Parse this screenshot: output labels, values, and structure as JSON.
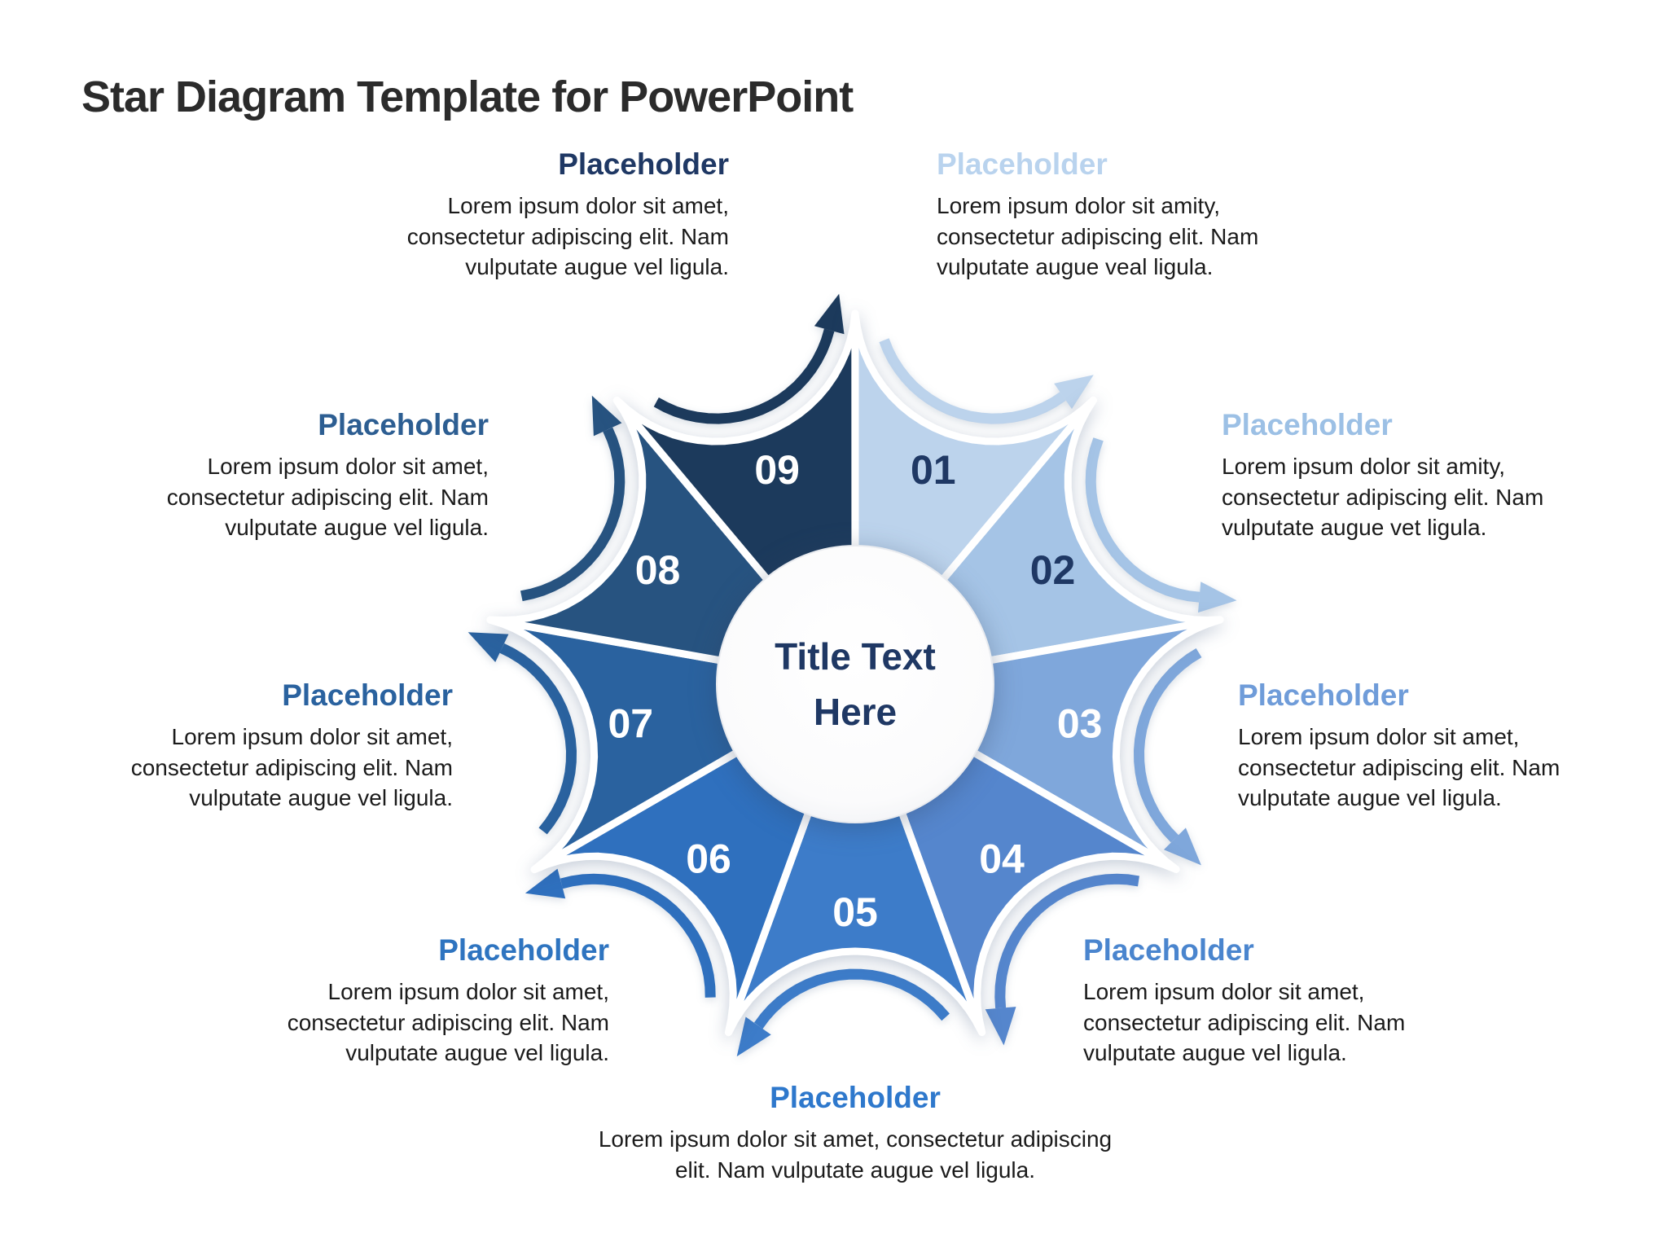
{
  "page": {
    "background": "#ffffff"
  },
  "title": "Star Diagram Template for PowerPoint",
  "center": {
    "line1": "Title Text",
    "line2": "Here",
    "text_color": "#1F3864",
    "circle_fill": "#fdfdfe",
    "circle_edge": "#e9ebef"
  },
  "diagram": {
    "segments": [
      {
        "number": "01",
        "color": "#BCD3EC",
        "number_color": "#1F3864"
      },
      {
        "number": "02",
        "color": "#A5C4E6",
        "number_color": "#1F3864"
      },
      {
        "number": "03",
        "color": "#7FA7DB",
        "number_color": "#FFFFFF"
      },
      {
        "number": "04",
        "color": "#5586CD",
        "number_color": "#FFFFFF"
      },
      {
        "number": "05",
        "color": "#3D7CC9",
        "number_color": "#FFFFFF"
      },
      {
        "number": "06",
        "color": "#2F70BE",
        "number_color": "#FFFFFF"
      },
      {
        "number": "07",
        "color": "#2A629F",
        "number_color": "#FFFFFF"
      },
      {
        "number": "08",
        "color": "#275380",
        "number_color": "#FFFFFF"
      },
      {
        "number": "09",
        "color": "#1C3A5C",
        "number_color": "#FFFFFF"
      }
    ]
  },
  "blocks": [
    {
      "heading": "Placeholder",
      "heading_color": "#B9D3EE",
      "body": "Lorem ipsum dolor sit amity,\nconsectetur adipiscing elit. Nam\nvulputate augue veal ligula."
    },
    {
      "heading": "Placeholder",
      "heading_color": "#9CC0E5",
      "body": "Lorem ipsum dolor sit amity,\nconsectetur adipiscing elit. Nam\nvulputate augue vet ligula."
    },
    {
      "heading": "Placeholder",
      "heading_color": "#6F9CD9",
      "body": "Lorem ipsum dolor sit amet,\nconsectetur adipiscing elit. Nam\nvulputate augue vel ligula."
    },
    {
      "heading": "Placeholder",
      "heading_color": "#4A85CE",
      "body": "Lorem ipsum dolor sit amet,\nconsectetur adipiscing elit. Nam\nvulputate augue vel ligula."
    },
    {
      "heading": "Placeholder",
      "heading_color": "#2E78CC",
      "body": "Lorem ipsum dolor sit amet, consectetur adipiscing\nelit. Nam vulputate augue vel ligula."
    },
    {
      "heading": "Placeholder",
      "heading_color": "#2E74C0",
      "body": "Lorem ipsum dolor sit amet,\nconsectetur adipiscing elit. Nam\nvulputate augue vel ligula."
    },
    {
      "heading": "Placeholder",
      "heading_color": "#2A629F",
      "body": "Lorem ipsum dolor sit amet,\nconsectetur adipiscing elit. Nam\nvulputate augue vel ligula."
    },
    {
      "heading": "Placeholder",
      "heading_color": "#2D5E92",
      "body": "Lorem ipsum dolor sit amet,\nconsectetur adipiscing elit. Nam\nvulputate augue vel ligula."
    },
    {
      "heading": "Placeholder",
      "heading_color": "#1F3864",
      "body": "Lorem ipsum dolor sit amet,\nconsectetur adipiscing elit. Nam\nvulputate augue vel ligula."
    }
  ]
}
